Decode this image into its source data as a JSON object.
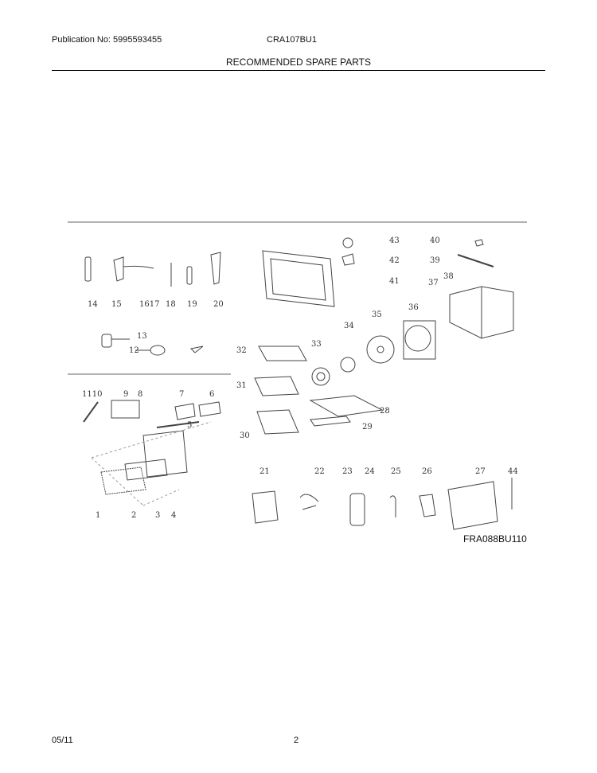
{
  "header": {
    "publication": "Publication No: 5995593455",
    "model": "CRA107BU1",
    "title": "RECOMMENDED SPARE PARTS"
  },
  "diagram": {
    "reference": "FRA088BU110",
    "callouts": [
      "1110",
      "9",
      "8",
      "7",
      "6",
      "5",
      "1",
      "2",
      "3",
      "4",
      "13",
      "12",
      "14",
      "15",
      "1617",
      "18",
      "19",
      "20",
      "32",
      "31",
      "30",
      "33",
      "34",
      "35",
      "36",
      "37",
      "38",
      "43",
      "42",
      "41",
      "40",
      "39",
      "28",
      "29",
      "21",
      "22",
      "23",
      "24",
      "25",
      "26",
      "27",
      "44"
    ]
  },
  "footer": {
    "date": "05/11",
    "page": "2"
  }
}
